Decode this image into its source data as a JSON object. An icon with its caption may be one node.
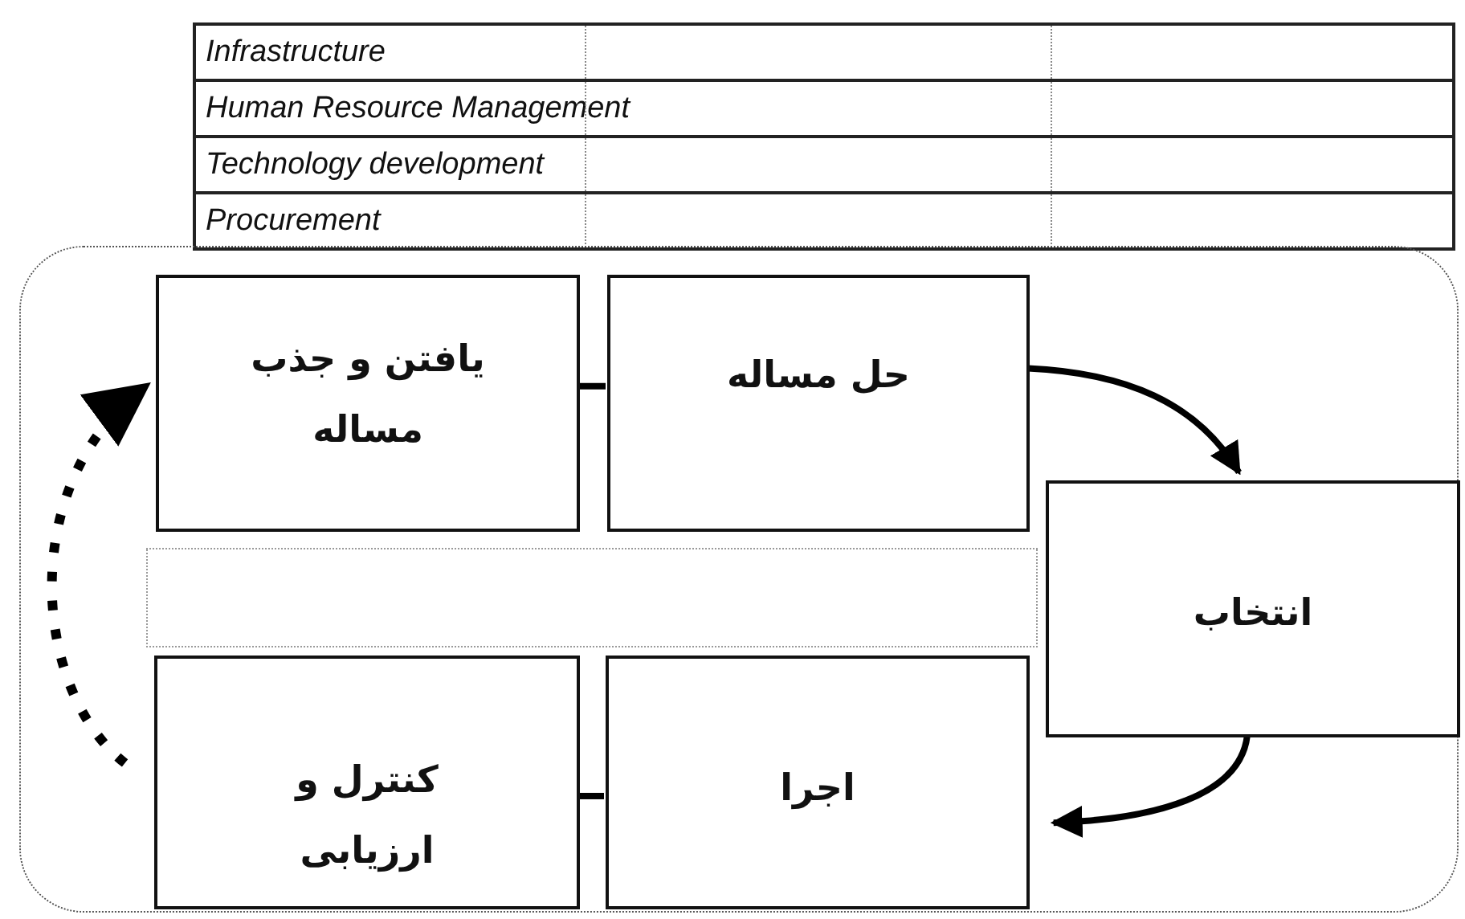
{
  "diagram": {
    "nodes": [
      {
        "text": [],
        "shape": "box"
      },
      {
        "text": [
          "یافتن و جذب مساله"
        ],
        "in": 0
      },
      {
        "text": [
          "حل مساله"
        ],
        "in": 0
      },
      {
        "text": [
          "انتخاب"
        ],
        "in": 0
      },
      {
        "text": [],
        "shape": "box",
        "in": 0
      },
      {
        "text": [
          "کنترل و ارزیابی"
        ],
        "in": 0
      },
      {
        "text": [
          "اجرا"
        ],
        "in": 0
      }
    ],
    "edges": [
      {
        "from": 1,
        "to": 2,
        "arrow": "none"
      },
      {
        "from": 2,
        "to": 3,
        "arrow": "to"
      },
      {
        "from": 3,
        "to": 6,
        "arrow": "to"
      },
      {
        "from": 6,
        "to": 5,
        "arrow": "none"
      },
      {
        "from": 5,
        "to": 1,
        "arrow": "to",
        "style": "dashed"
      }
    ],
    "labels": [
      "Infrastructure",
      "Human Resource Management",
      "Technology development",
      "Procurement"
    ]
  }
}
